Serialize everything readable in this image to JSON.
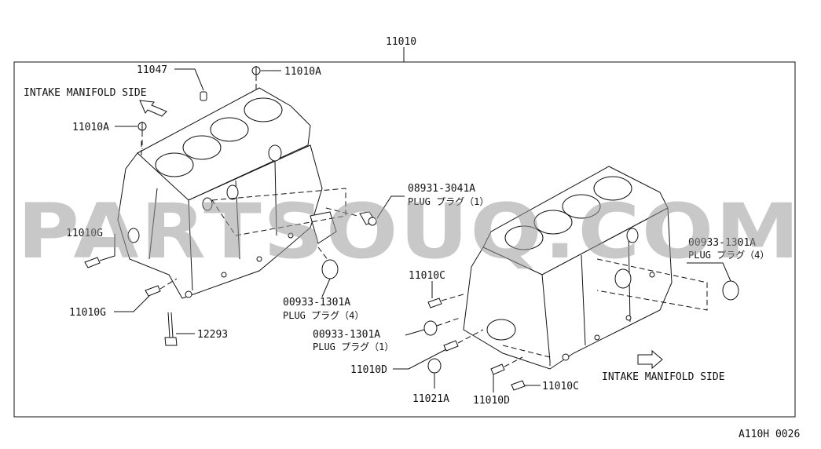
{
  "diagram": {
    "labels": {
      "assembly": "11010",
      "p11047": "11047",
      "p11010A_top": "11010A",
      "p11010A_left": "11010A",
      "intake_left": "INTAKE MANIFOLD SIDE",
      "intake_right": "INTAKE MANIFOLD SIDE",
      "p08931": "08931-3041A",
      "plug_1a": "PLUG プラグ（1）",
      "p00933_right": "00933-1301A",
      "plug_4_right": "PLUG プラグ（4）",
      "p11010G_upper": "11010G",
      "p11010G_lower": "11010G",
      "p00933_mid": "00933-1301A",
      "plug_4_mid": "PLUG プラグ（4）",
      "p11010C_upper": "11010C",
      "p00933_lower": "00933-1301A",
      "plug_1b": "PLUG プラグ（1）",
      "p12293": "12293",
      "p11010D_left": "11010D",
      "p11021A": "11021A",
      "p11010D_bottom": "11010D",
      "p11010C_lower": "11010C",
      "figure_code": "A110H 0026"
    },
    "watermark": "PARTSOUQ.COM"
  }
}
